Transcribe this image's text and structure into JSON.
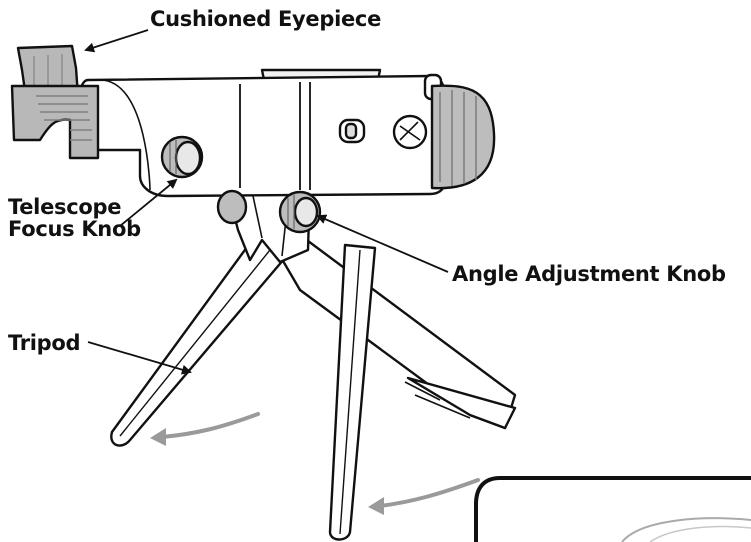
{
  "labels": {
    "eyepiece": "Cushioned Eyepiece",
    "focus_line1": "Telescope",
    "focus_line2": "Focus Knob",
    "angle": "Angle Adjustment Knob",
    "tripod": "Tripod"
  },
  "colors": {
    "outline": "#111111",
    "eyepiece_gray": "#b8b8b8",
    "focus_ring_gray": "#bdbdbd",
    "motion_arrow_gray": "#9a9a9a",
    "background": "#ffffff"
  }
}
